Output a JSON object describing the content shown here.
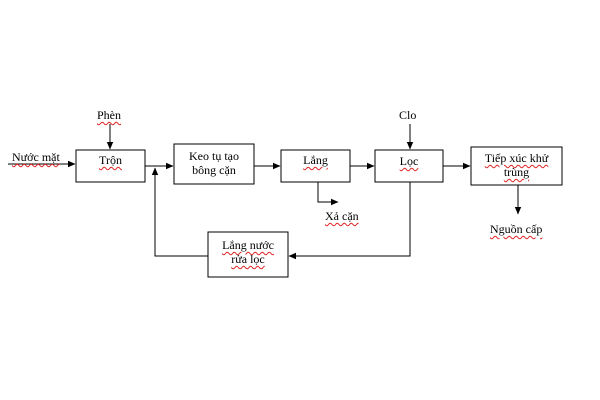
{
  "diagram": {
    "inputs": {
      "raw_water": "Nước mặt",
      "alum": "Phèn",
      "chlorine": "Clo"
    },
    "steps": {
      "mixing": "Trộn",
      "coagulation_line1": "Keo tụ tạo",
      "coagulation_line2": "bông cặn",
      "settling": "Lắng",
      "filtration": "Lọc",
      "disinfection_line1": "Tiếp xúc khử",
      "disinfection_line2": "trùng",
      "backwash_line1": "Lắng nước",
      "backwash_line2": "rửa lọc"
    },
    "outputs": {
      "sludge": "Xả cặn",
      "supply": "Nguồn cấp"
    }
  }
}
